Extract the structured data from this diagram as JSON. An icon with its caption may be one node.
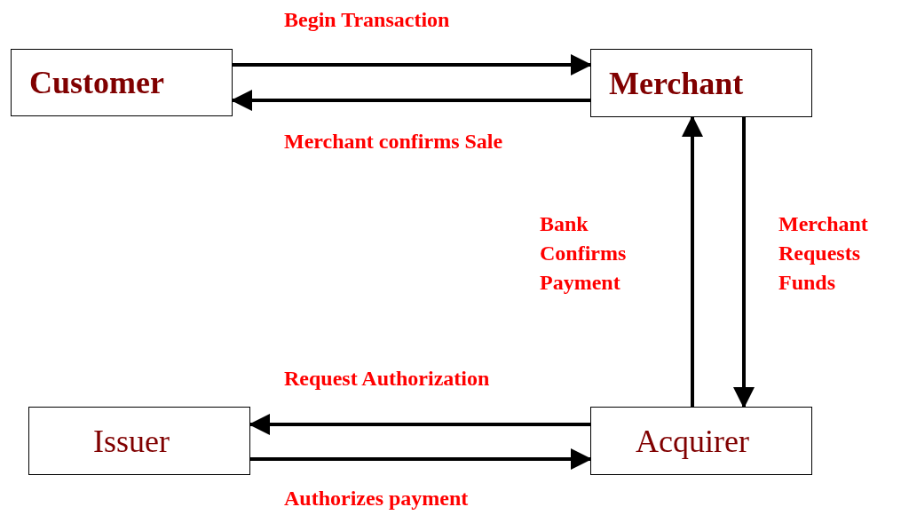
{
  "diagram": {
    "nodes": [
      {
        "text": [
          "Customer"
        ]
      },
      {
        "text": [
          "Merchant"
        ]
      },
      {
        "text": [
          "Issuer"
        ]
      },
      {
        "text": [
          "Acquirer"
        ]
      }
    ],
    "edges": [
      {
        "from": 0,
        "to": 1,
        "arrow": "to",
        "label": "Begin Transaction"
      },
      {
        "from": 1,
        "to": 0,
        "arrow": "to",
        "label": "Merchant confirms Sale"
      },
      {
        "from": 3,
        "to": 1,
        "arrow": "to",
        "label": "Bank Confirms Payment"
      },
      {
        "from": 1,
        "to": 3,
        "arrow": "to",
        "label": "Merchant Requests Funds"
      },
      {
        "from": 3,
        "to": 2,
        "arrow": "to",
        "label": "Request Authorization"
      },
      {
        "from": 2,
        "to": 3,
        "arrow": "to",
        "label": "Authorizes payment"
      }
    ]
  }
}
